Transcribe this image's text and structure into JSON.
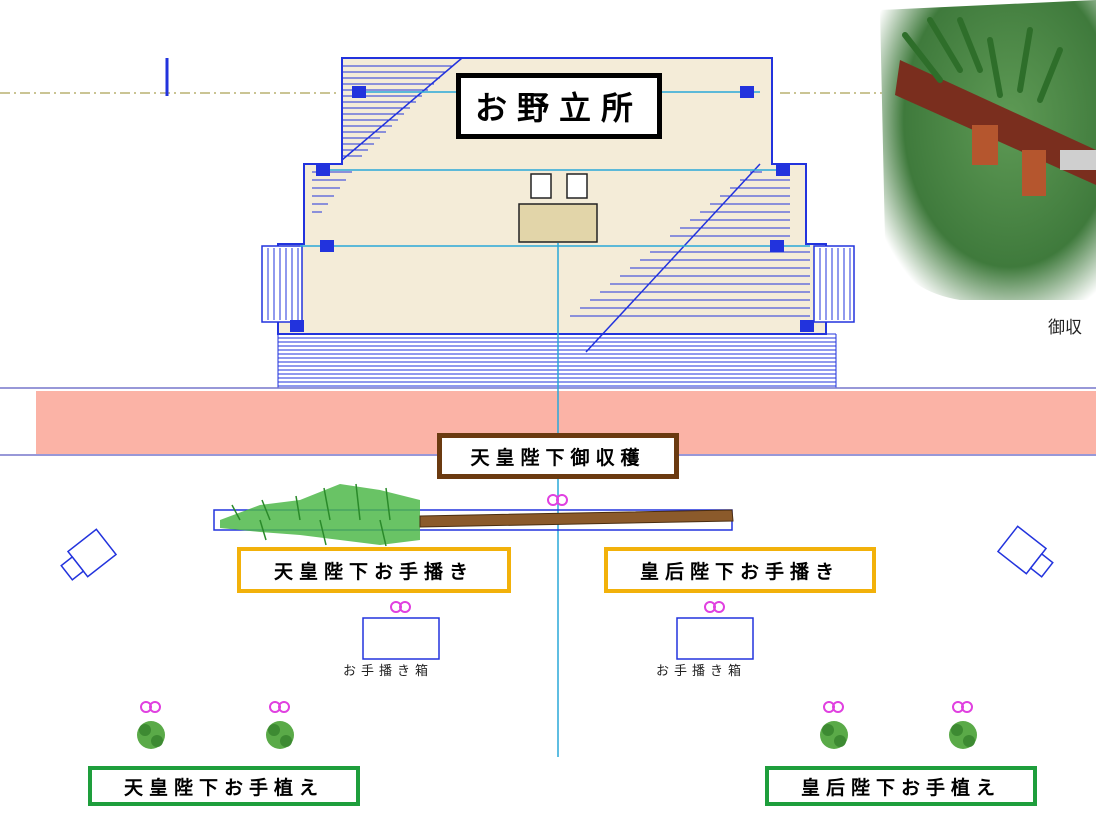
{
  "labels": {
    "main_hall": "お野立所",
    "harvest": "天皇陛下御収穫",
    "emperor_sowing": "天皇陛下お手播き",
    "empress_sowing": "皇后陛下お手播き",
    "emperor_planting": "天皇陛下お手植え",
    "empress_planting": "皇后陛下お手植え",
    "sowing_box_left": "お手播き箱",
    "sowing_box_right": "お手播き箱",
    "photo_caption": "御収"
  },
  "colors": {
    "blueprint_line": "#2233dd",
    "floor_fill": "#f4ecd8",
    "road_band": "#fbb3a6",
    "center_line": "#2aa8d8",
    "harvest_border": "#6b3a10",
    "sowing_border": "#f2b10a",
    "planting_border": "#1e9e3c",
    "marker_magenta": "#e040e0",
    "log_brown": "#8b5a2b"
  },
  "icons": [
    "camera-icon",
    "tree-icon",
    "seedling-icon",
    "position-marker-icon",
    "log-icon"
  ]
}
